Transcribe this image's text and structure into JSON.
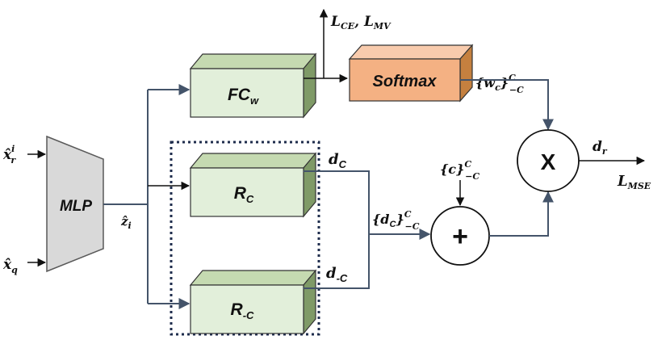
{
  "inputs": {
    "x_r": {
      "base": "x̂",
      "sup": "i",
      "sub": "r"
    },
    "x_q": {
      "base": "x̂",
      "sub": "q"
    }
  },
  "mlp": {
    "label": "MLP"
  },
  "z": {
    "base": "ẑ",
    "sub": "i"
  },
  "fcw": {
    "base": "FC",
    "sub": "w"
  },
  "softmax": {
    "label": "Softmax"
  },
  "loss_top": {
    "l1": "L",
    "l1_sub": "CE",
    "sep": ", ",
    "l2": "L",
    "l2_sub": "MV"
  },
  "weights": {
    "open": "{",
    "base": "w",
    "sub_c": "c",
    "close": "}",
    "sup": "C",
    "sub": "−C"
  },
  "rc": {
    "base": "R",
    "sub": "C"
  },
  "rmc": {
    "base": "R",
    "sub": "-C"
  },
  "dc": {
    "base": "d",
    "sub": "C"
  },
  "dmc": {
    "base": "d",
    "sub": "-C"
  },
  "dset": {
    "open": "{",
    "base": "d",
    "sub_c": "C",
    "close": "}",
    "sup": "C",
    "sub": "−C"
  },
  "cset": {
    "open": "{",
    "base": "c",
    "close": "}",
    "sup": "C",
    "sub": "−C"
  },
  "plus": {
    "label": "+"
  },
  "times": {
    "label": "X"
  },
  "dr": {
    "base": "d",
    "sub": "r"
  },
  "loss_mse": {
    "base": "L",
    "sub": "MSE"
  }
}
